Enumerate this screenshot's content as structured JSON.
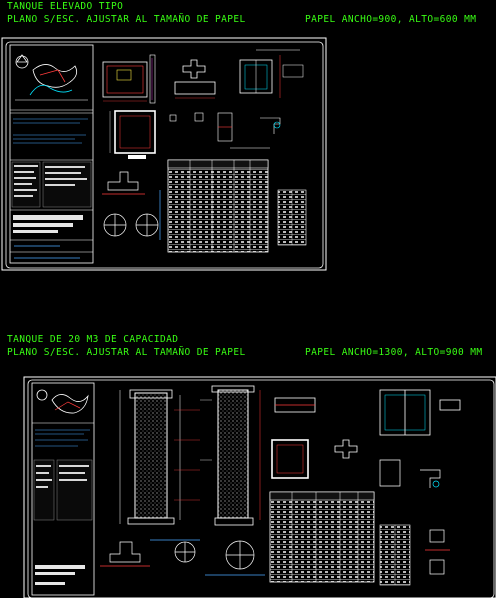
{
  "drawing1": {
    "title": "TANQUE ELEVADO TIPO",
    "plot_note": "PLANO S/ESC. AJUSTAR AL TAMAÑO DE PAPEL",
    "paper_size": "PAPEL ANCHO=900, ALTO=600 MM"
  },
  "drawing2": {
    "title": "TANQUE DE 20 M3 DE CAPACIDAD",
    "plot_note": "PLANO S/ESC. AJUSTAR AL TAMAÑO DE PAPEL",
    "paper_size": "PAPEL ANCHO=1300, ALTO=900 MM"
  },
  "colors": {
    "cad_text": "#39ff14",
    "sheet_border": "#ffffff",
    "title_block": "#4aa8ff",
    "line_red": "#ff3b3b",
    "line_yellow": "#f5e642",
    "line_cyan": "#00e5ff",
    "line_magenta": "#ff4dff"
  }
}
